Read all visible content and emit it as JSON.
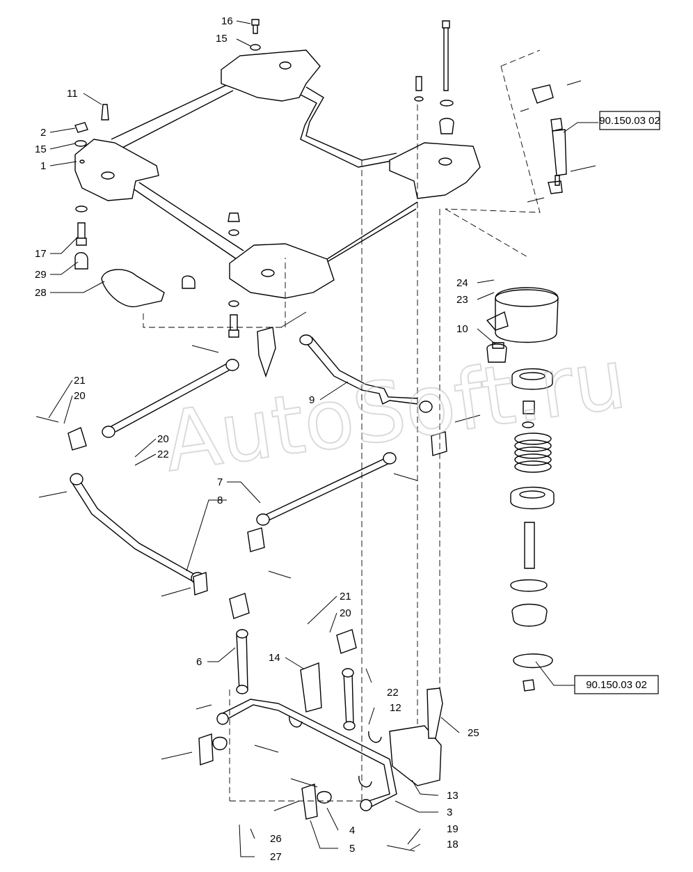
{
  "watermark": "AutoSoft.ru",
  "callouts": [
    {
      "num": "16"
    },
    {
      "num": "15"
    },
    {
      "num": "11"
    },
    {
      "num": "2"
    },
    {
      "num": "15"
    },
    {
      "num": "1"
    },
    {
      "num": "17"
    },
    {
      "num": "29"
    },
    {
      "num": "28"
    },
    {
      "num": "24"
    },
    {
      "num": "23"
    },
    {
      "num": "10"
    },
    {
      "num": "21"
    },
    {
      "num": "20"
    },
    {
      "num": "9"
    },
    {
      "num": "20"
    },
    {
      "num": "22"
    },
    {
      "num": "7"
    },
    {
      "num": "8"
    },
    {
      "num": "21"
    },
    {
      "num": "20"
    },
    {
      "num": "6"
    },
    {
      "num": "14"
    },
    {
      "num": "22"
    },
    {
      "num": "12"
    },
    {
      "num": "25"
    },
    {
      "num": "13"
    },
    {
      "num": "3"
    },
    {
      "num": "19"
    },
    {
      "num": "4"
    },
    {
      "num": "18"
    },
    {
      "num": "26"
    },
    {
      "num": "5"
    },
    {
      "num": "27"
    }
  ],
  "references": [
    {
      "text": "90.150.03 02"
    },
    {
      "text": "90.150.03 02"
    }
  ],
  "colors": {
    "ink": "#000000",
    "background": "#ffffff",
    "watermark": "#bdbdbd"
  }
}
